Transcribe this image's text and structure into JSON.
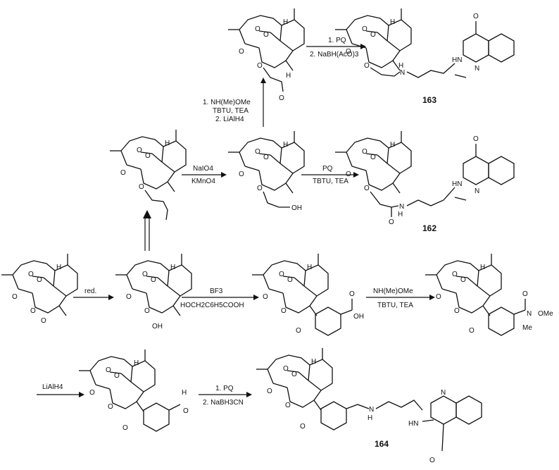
{
  "compounds": [
    "163",
    "162",
    "164"
  ],
  "reagents": {
    "r1_line1": "1. PQ",
    "r1_line2": "2. NaBH(AcO)3",
    "r2_line1": "1. NH(Me)OMe",
    "r2_line2": "TBTU, TEA",
    "r2_line3": "2. LiAlH4",
    "r3_line1": "NaIO4",
    "r3_line2": "KMnO4",
    "r4_line1": "PQ",
    "r4_line2": "TBTU, TEA",
    "r5_line1": "red.",
    "r6_line1": "BF3",
    "r6_line2": "HOCH2C6H5COOH",
    "r7_line1": "NH(Me)OMe",
    "r7_line2": "TBTU, TEA",
    "r8_line1": "LiAlH4",
    "r9_line1": "1. PQ",
    "r9_line2": "2. NaBH3CN"
  },
  "atoms": {
    "O": "O",
    "H": "H",
    "OH": "OH",
    "N": "N",
    "NH": "NH",
    "HN": "HN",
    "OMe": "OMe",
    "Me": "Me"
  }
}
